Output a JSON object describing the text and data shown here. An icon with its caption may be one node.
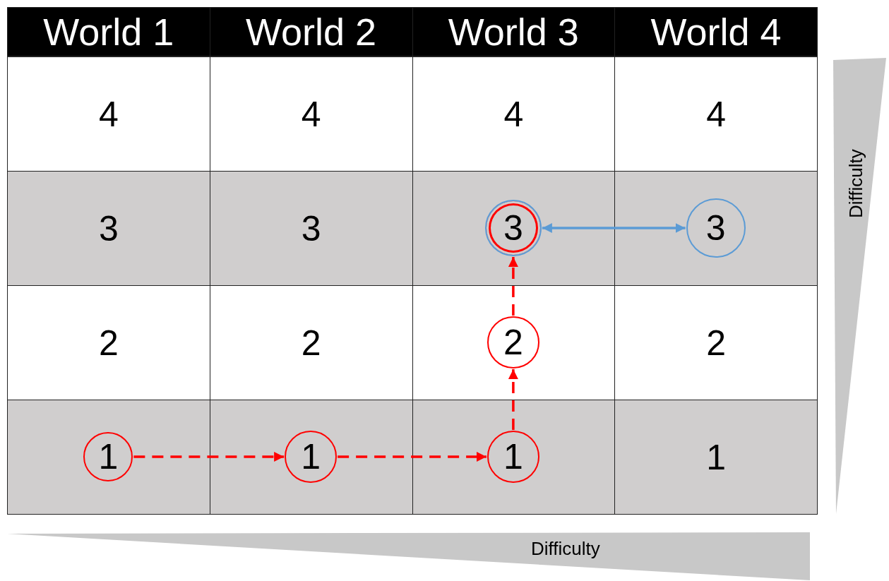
{
  "diagram": {
    "nodes": [
      {
        "text": [
          "3"
        ]
      },
      {
        "text": [
          "3"
        ]
      },
      {
        "text": [
          "2"
        ]
      },
      {
        "text": [
          "1"
        ]
      },
      {
        "text": [
          "1"
        ]
      },
      {
        "text": [
          "1"
        ]
      }
    ],
    "edges": [
      {
        "from": 3,
        "to": 4,
        "arrow": "to",
        "style": "dashed"
      },
      {
        "from": 4,
        "to": 5,
        "arrow": "to",
        "style": "dashed"
      },
      {
        "from": 5,
        "to": 2,
        "arrow": "to",
        "style": "dashed"
      },
      {
        "from": 2,
        "to": 0,
        "arrow": "to",
        "style": "dashed"
      },
      {
        "from": 0,
        "to": 1,
        "arrow": "both",
        "color": "#5b9bd5"
      }
    ],
    "labels": [
      "World 1",
      "World 2",
      "World 3",
      "World 4",
      "4",
      "4",
      "4",
      "4",
      "3",
      "3",
      "2",
      "2",
      "2",
      "1",
      "Difficulty",
      "Difficulty"
    ]
  }
}
